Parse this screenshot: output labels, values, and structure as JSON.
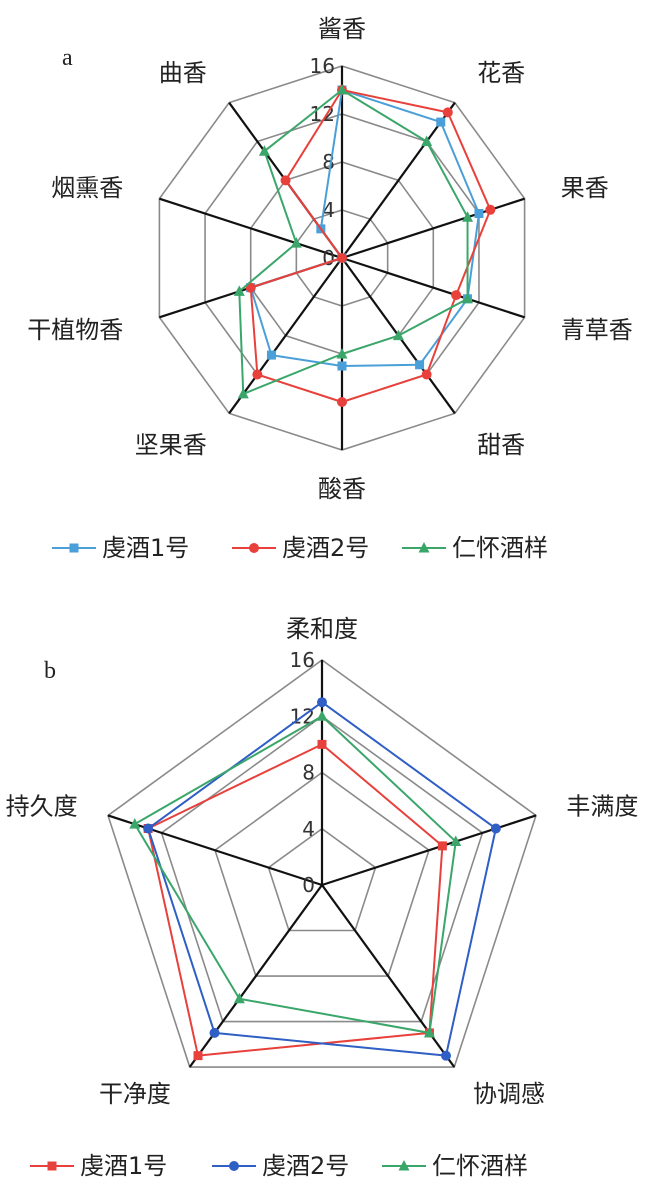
{
  "chart_data": [
    {
      "type": "radar",
      "panel_label": "a",
      "axes": [
        "酱香",
        "花香",
        "果香",
        "青草香",
        "甜香",
        "酸香",
        "坚果香",
        "干植物香",
        "烟熏香",
        "曲香"
      ],
      "ticks": [
        "0",
        "4",
        "8",
        "12",
        "16"
      ],
      "rmax": 16,
      "grid": true,
      "legend_position": "bottom",
      "series": [
        {
          "name": "虔酒1号",
          "color": "#4a9fd8",
          "marker": "square",
          "values": [
            14,
            14,
            12,
            11,
            11,
            9,
            10,
            8,
            0,
            3
          ]
        },
        {
          "name": "虔酒2号",
          "color": "#e8413c",
          "marker": "circle",
          "values": [
            14,
            15,
            13,
            10,
            12,
            12,
            12,
            8,
            0,
            8
          ]
        },
        {
          "name": "仁怀酒样",
          "color": "#3aa66a",
          "marker": "triangle",
          "values": [
            14,
            12,
            11,
            11,
            8,
            8,
            14,
            9,
            4,
            11
          ]
        }
      ]
    },
    {
      "type": "radar",
      "panel_label": "b",
      "axes": [
        "柔和度",
        "丰满度",
        "协调感",
        "干净度",
        "持久度"
      ],
      "ticks": [
        "0",
        "4",
        "8",
        "12",
        "16"
      ],
      "rmax": 16,
      "grid": true,
      "legend_position": "bottom",
      "series": [
        {
          "name": "虔酒1号",
          "color": "#e8413c",
          "marker": "square",
          "values": [
            10,
            9,
            13,
            15,
            13
          ]
        },
        {
          "name": "虔酒2号",
          "color": "#2f5fc4",
          "marker": "circle",
          "values": [
            13,
            13,
            15,
            13,
            13
          ]
        },
        {
          "name": "仁怀酒样",
          "color": "#3aa66a",
          "marker": "triangle",
          "values": [
            12,
            10,
            13,
            10,
            14
          ]
        }
      ]
    }
  ]
}
